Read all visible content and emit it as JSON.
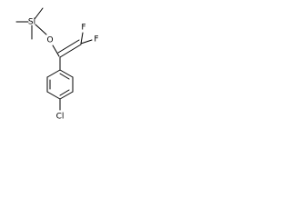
{
  "molecule": {
    "atoms": {
      "si": "Si",
      "o": "O",
      "f_top": "F",
      "f_right": "F",
      "cl": "Cl"
    }
  }
}
